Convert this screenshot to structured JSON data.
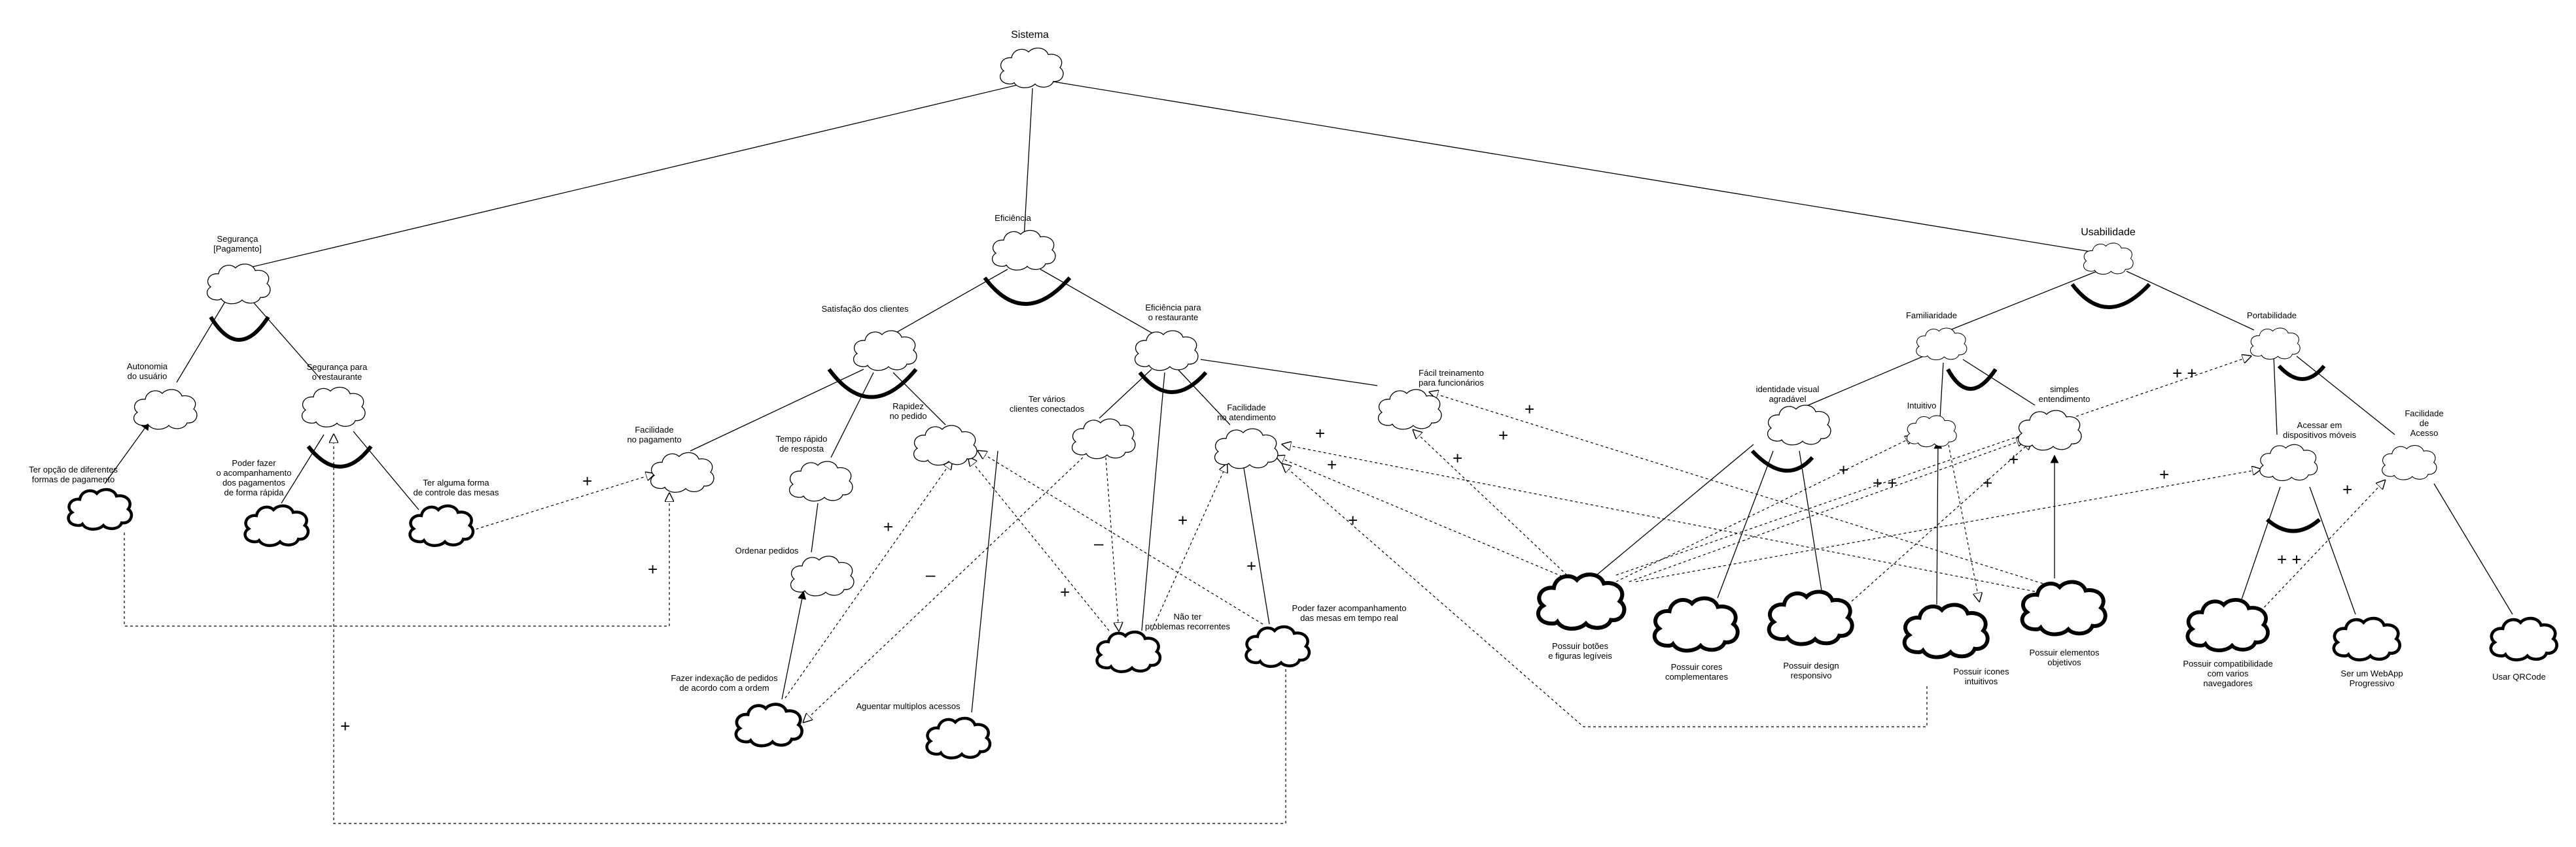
{
  "diagram": {
    "title": "Sistema",
    "goals": {
      "sistema": "Sistema",
      "seguranca": "Segurança\n[Pagamento]",
      "eficiencia": "Eficiência",
      "usabilidade": "Usabilidade",
      "autonomia": "Autonomia\ndo usuário",
      "seg_restaurante": "Segurança para\no restaurante",
      "satisfacao": "Satisfação dos clientes",
      "efic_restaurante": "Eficiência para\no restaurante",
      "facil_pagamento": "Facilidade\nno pagamento",
      "tempo_resposta": "Tempo rápido\nde resposta",
      "rapidez_pedido": "Rapidez\nno pedido",
      "ordenar_pedidos": "Ordenar pedidos",
      "clientes_conectados": "Ter vários\nclientes conectados",
      "facil_atendimento": "Facilidade\nno atendimento",
      "facil_treinamento": "Fácil treinamento\npara funcionários",
      "familiaridade": "Familiaridade",
      "portabilidade": "Portabilidade",
      "identidade_visual": "identidade visual\nagradável",
      "intuitivo": "Intuitivo",
      "simples_entendimento": "simples\nentendimento",
      "dispositivos_moveis": "Acessar em\ndispositivos móveis",
      "facil_acesso": "Facilidade\nde\nAcesso"
    },
    "tasks": {
      "opcoes_pagamento": "Ter opção de diferentes\nformas de pagamento",
      "acompanhamento_pagamentos": "Poder fazer\no acompanhamento\ndos pagamentos\nde forma rápida",
      "controle_mesas": "Ter alguma forma\nde controle das mesas",
      "indexacao_pedidos": "Fazer indexação de pedidos\nde acordo com a ordem",
      "multiplos_acessos": "Aguentar multiplos acessos",
      "problemas_recorrentes": "Não ter\nproblemas recorrentes",
      "acompanhamento_mesas": "Poder fazer acompanhamento\ndas mesas em tempo real",
      "botoes_legiveis": "Possuir botões\ne figuras legíveis",
      "cores_complementares": "Possuir cores\ncomplementares",
      "design_responsivo": "Possuir design\nresponsivo",
      "icones_intuitivos": "Possuir ícones\nintuitivos",
      "elementos_objetivos": "Possuir elementos\nobjetivos",
      "compatibilidade_navegadores": "Possuir compatibilidade\ncom varios\nnavegadores",
      "webapp_progressivo": "Ser um WebApp\nProgressivo",
      "usar_qrcode": "Usar QRCode"
    },
    "contributions": {
      "plus": "+",
      "plus_plus": "+ +",
      "minus": "–"
    }
  }
}
